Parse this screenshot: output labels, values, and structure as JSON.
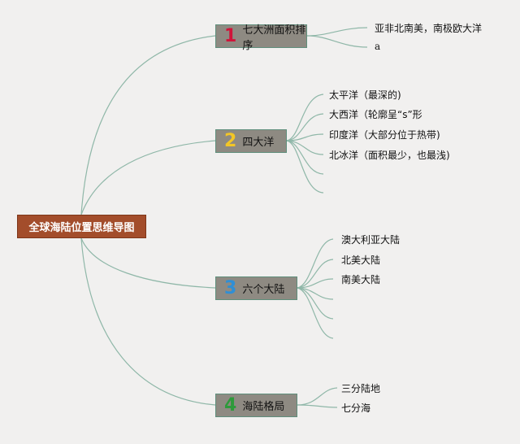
{
  "root": {
    "label": "全球海陆位置思维导图",
    "color": "#a34d2b"
  },
  "link_color": "#8fb7a8",
  "branches": [
    {
      "num": "1",
      "label": "七大洲面积排序",
      "num_color": "#d0143a",
      "leaves": [
        "亚非北南美，南极欧大洋",
        "a"
      ]
    },
    {
      "num": "2",
      "label": "四大洋",
      "num_color": "#f3c626",
      "leaves": [
        "太平洋（最深的)",
        "大西洋（轮廓呈“s”形",
        "印度洋（大部分位于热带)",
        "北冰洋（面积最少，也最浅)"
      ]
    },
    {
      "num": "3",
      "label": "六个大陆",
      "num_color": "#2f8fd6",
      "leaves": [
        "澳大利亚大陆",
        "北美大陆",
        "南美大陆"
      ]
    },
    {
      "num": "4",
      "label": "海陆格局",
      "num_color": "#2e9a3b",
      "leaves": [
        "三分陆地",
        "七分海"
      ]
    }
  ]
}
